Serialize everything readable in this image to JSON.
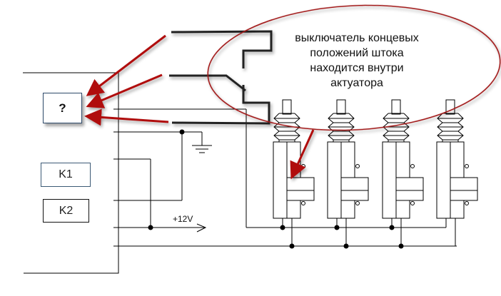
{
  "diagram": {
    "callout_text": [
      "выключатель концевых",
      "положений штока",
      "находится внутри",
      "актуатора"
    ],
    "unknown_block_label": "?",
    "relay_k1_label": "K1",
    "relay_k2_label": "K2",
    "supply_label": "+12V",
    "actuator_count": 4,
    "colors": {
      "wire": "#000000",
      "switch_wire": "#222222",
      "annotation_red": "#b01010",
      "ellipse": "#a01818"
    }
  }
}
